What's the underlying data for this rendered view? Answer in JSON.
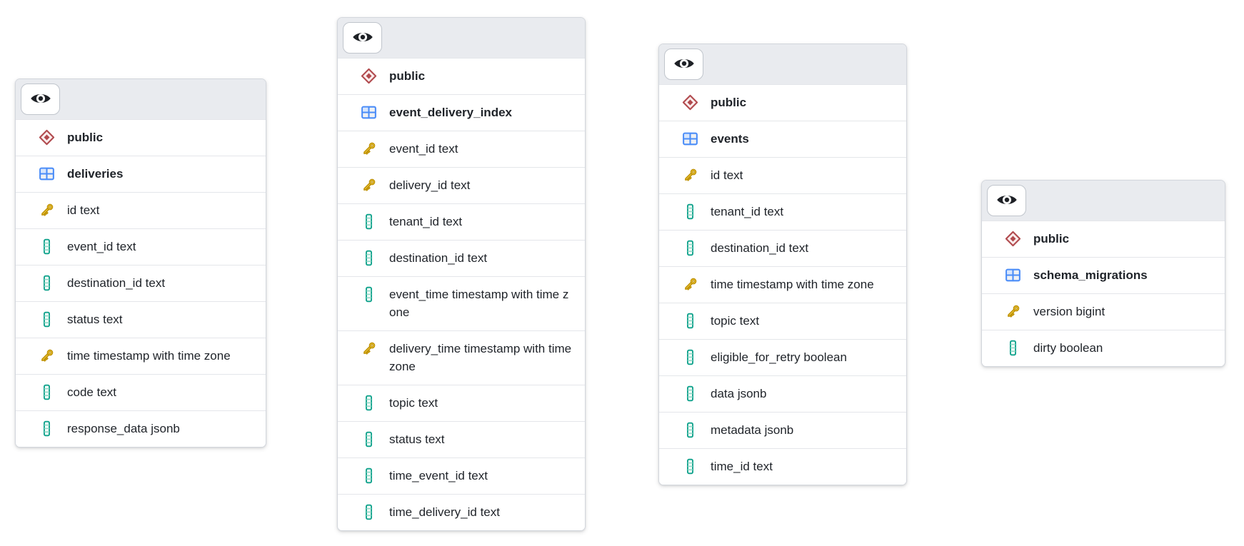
{
  "diagram": {
    "colors": {
      "header_bg": "#e9ebef",
      "card_border": "#d3d7dd",
      "row_divider": "#e4e6ea",
      "text": "#1f2329",
      "schema_red": "#b14a4e",
      "table_blue": "#4b8df8",
      "primary_key_gold": "#f5cf47",
      "column_teal": "#10a28c"
    },
    "icons": {
      "visibility": "eye-icon",
      "schema": "diamond-icon",
      "table": "table-grid-icon",
      "primary_key": "key-icon",
      "column": "column-icon"
    },
    "tables": [
      {
        "schema": "public",
        "name": "deliveries",
        "columns": [
          {
            "name": "id",
            "type": "text",
            "key": true
          },
          {
            "name": "event_id",
            "type": "text",
            "key": false
          },
          {
            "name": "destination_id",
            "type": "text",
            "key": false
          },
          {
            "name": "status",
            "type": "text",
            "key": false
          },
          {
            "name": "time",
            "type": "timestamp with time zone",
            "key": true
          },
          {
            "name": "code",
            "type": "text",
            "key": false
          },
          {
            "name": "response_data",
            "type": "jsonb",
            "key": false
          }
        ]
      },
      {
        "schema": "public",
        "name": "event_delivery_index",
        "columns": [
          {
            "name": "event_id",
            "type": "text",
            "key": true
          },
          {
            "name": "delivery_id",
            "type": "text",
            "key": true
          },
          {
            "name": "tenant_id",
            "type": "text",
            "key": false
          },
          {
            "name": "destination_id",
            "type": "text",
            "key": false
          },
          {
            "name": "event_time",
            "type": "timestamp with time zone",
            "key": false
          },
          {
            "name": "delivery_time",
            "type": "timestamp with time zone",
            "key": true
          },
          {
            "name": "topic",
            "type": "text",
            "key": false
          },
          {
            "name": "status",
            "type": "text",
            "key": false
          },
          {
            "name": "time_event_id",
            "type": "text",
            "key": false
          },
          {
            "name": "time_delivery_id",
            "type": "text",
            "key": false
          }
        ]
      },
      {
        "schema": "public",
        "name": "events",
        "columns": [
          {
            "name": "id",
            "type": "text",
            "key": true
          },
          {
            "name": "tenant_id",
            "type": "text",
            "key": false
          },
          {
            "name": "destination_id",
            "type": "text",
            "key": false
          },
          {
            "name": "time",
            "type": "timestamp with time zone",
            "key": true
          },
          {
            "name": "topic",
            "type": "text",
            "key": false
          },
          {
            "name": "eligible_for_retry",
            "type": "boolean",
            "key": false
          },
          {
            "name": "data",
            "type": "jsonb",
            "key": false
          },
          {
            "name": "metadata",
            "type": "jsonb",
            "key": false
          },
          {
            "name": "time_id",
            "type": "text",
            "key": false
          }
        ]
      },
      {
        "schema": "public",
        "name": "schema_migrations",
        "columns": [
          {
            "name": "version",
            "type": "bigint",
            "key": true
          },
          {
            "name": "dirty",
            "type": "boolean",
            "key": false
          }
        ]
      }
    ]
  }
}
